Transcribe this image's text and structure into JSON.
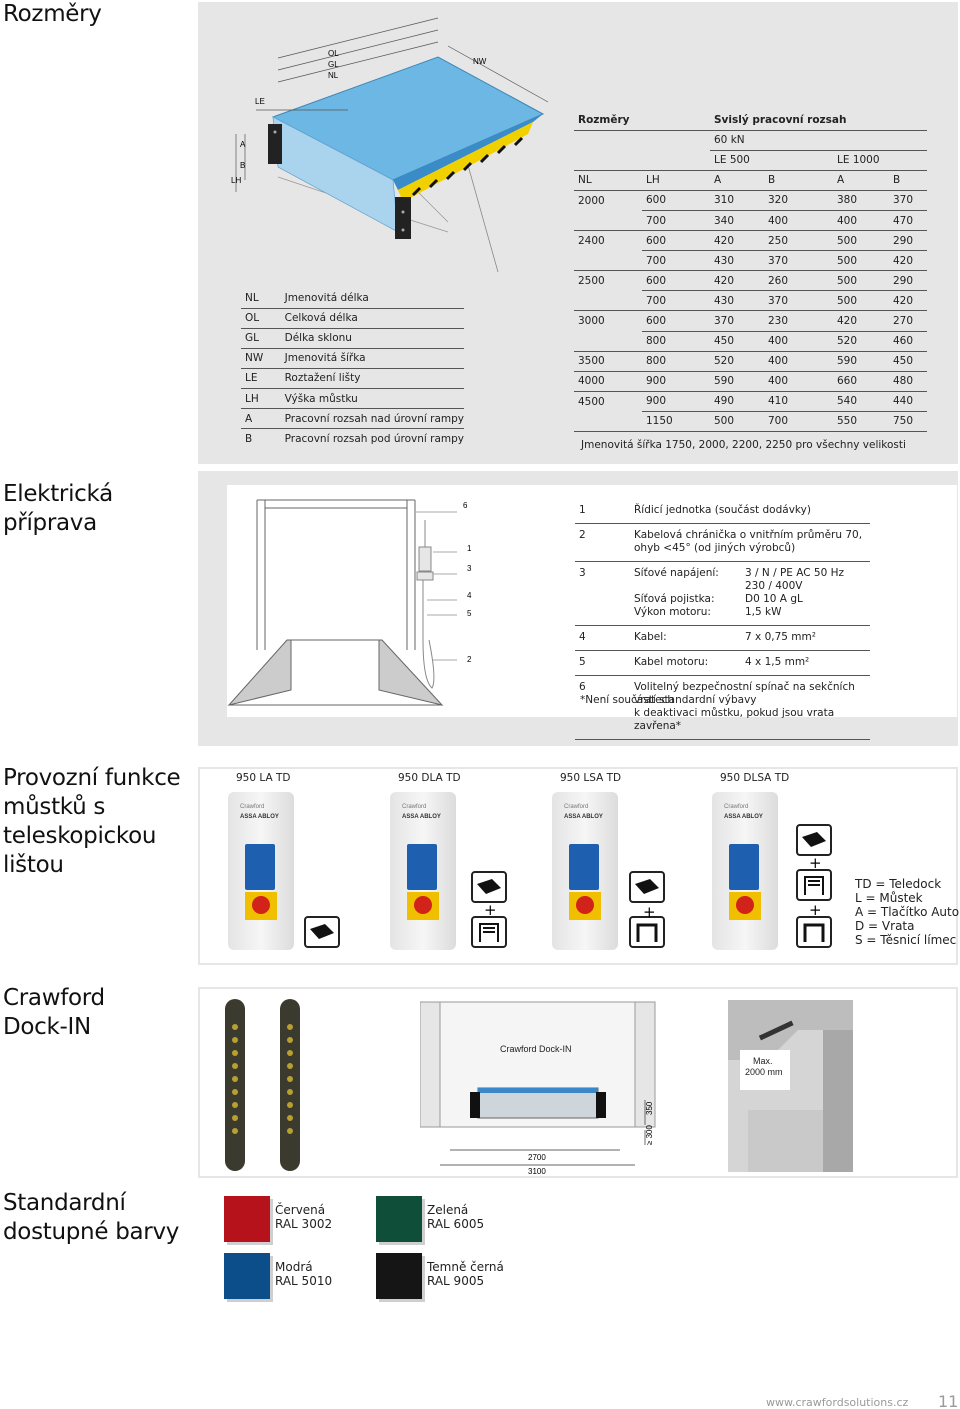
{
  "sections": {
    "dimensions": "Rozměry",
    "electrical": "Elektrická\npříprava",
    "functions": "Provozní funkce\nmůstků s\nteleskopickou\nlištou",
    "dockin": "Crawford\nDock-IN",
    "colors": "Standardní\ndostupné barvy"
  },
  "diagram_labels": {
    "ol": "OL",
    "gl": "GL",
    "nl": "NL",
    "nw": "NW",
    "le": "LE",
    "a": "A",
    "b": "B",
    "lh": "LH"
  },
  "legend": [
    {
      "code": "NL",
      "text": "Jmenovitá délka"
    },
    {
      "code": "OL",
      "text": "Celková délka"
    },
    {
      "code": "GL",
      "text": "Délka sklonu"
    },
    {
      "code": "NW",
      "text": "Jmenovitá šířka"
    },
    {
      "code": "LE",
      "text": "Roztažení lišty"
    },
    {
      "code": "LH",
      "text": "Výška můstku"
    },
    {
      "code": "A",
      "text": "Pracovní rozsah nad úrovní rampy"
    },
    {
      "code": "B",
      "text": "Pracovní rozsah pod úrovní rampy"
    }
  ],
  "dim_table": {
    "h1_left": "Rozměry",
    "h1_right": "Svislý pracovní rozsah",
    "h2": "60 kN",
    "h3_a": "LE 500",
    "h3_b": "LE 1000",
    "cols": [
      "NL",
      "LH",
      "A",
      "B",
      "A",
      "B"
    ],
    "rows": [
      [
        "2000",
        "600",
        "310",
        "320",
        "380",
        "370"
      ],
      [
        "",
        "700",
        "340",
        "400",
        "400",
        "470"
      ],
      [
        "2400",
        "600",
        "420",
        "250",
        "500",
        "290"
      ],
      [
        "",
        "700",
        "430",
        "370",
        "500",
        "420"
      ],
      [
        "2500",
        "600",
        "420",
        "260",
        "500",
        "290"
      ],
      [
        "",
        "700",
        "430",
        "370",
        "500",
        "420"
      ],
      [
        "3000",
        "600",
        "370",
        "230",
        "420",
        "270"
      ],
      [
        "",
        "800",
        "450",
        "400",
        "520",
        "460"
      ],
      [
        "3500",
        "800",
        "520",
        "400",
        "590",
        "450"
      ],
      [
        "4000",
        "900",
        "590",
        "400",
        "660",
        "480"
      ],
      [
        "4500",
        "900",
        "490",
        "410",
        "540",
        "440"
      ],
      [
        "",
        "1150",
        "500",
        "700",
        "550",
        "750"
      ]
    ],
    "note": "Jmenovitá šířka 1750, 2000, 2200, 2250 pro všechny velikosti"
  },
  "elec_callouts": [
    "6",
    "1",
    "3",
    "4",
    "5",
    "2"
  ],
  "elec_items": [
    {
      "num": "1",
      "text": "Řídicí jednotka (součást dodávky)",
      "value": ""
    },
    {
      "num": "2",
      "text": "Kabelová chránička o vnitřním průměru 70,\nohyb <45° (od jiných výrobců)",
      "value": ""
    },
    {
      "num": "3",
      "text": "Síťové napájení:\n\nSíťová pojistka:\nVýkon motoru:",
      "value": "3 / N / PE AC 50 Hz\n230 / 400V\nD0 10 A gL\n1,5 kW"
    },
    {
      "num": "4",
      "text": "Kabel:",
      "value": "7 x 0,75 mm²"
    },
    {
      "num": "5",
      "text": "Kabel motoru:",
      "value": "4 x 1,5 mm²"
    },
    {
      "num": "6",
      "text": "Volitelný bezpečnostní spínač na sekčních vratech\nk deaktivaci můstku, pokud jsou vrata zavřena*",
      "value": ""
    }
  ],
  "elec_note": "*Není součástí standardní výbavy",
  "control_units": [
    {
      "name": "950 LA TD",
      "brand": "Crawford",
      "brand2": "ASSA ABLOY"
    },
    {
      "name": "950 DLA TD",
      "brand": "Crawford",
      "brand2": "ASSA ABLOY"
    },
    {
      "name": "950 LSA TD",
      "brand": "Crawford",
      "brand2": "ASSA ABLOY"
    },
    {
      "name": "950 DLSA TD",
      "brand": "Crawford",
      "brand2": "ASSA ABLOY"
    }
  ],
  "plus_sign": "+",
  "abbreviations": [
    "TD = Teledock",
    "L = Můstek",
    "A = Tlačítko Auto",
    "D = Vrata",
    "S = Těsnicí límec"
  ],
  "dockin": {
    "label": "Crawford Dock-IN",
    "dim_2700": "2700",
    "dim_3100": "3100",
    "dim_350": "350",
    "dim_300": "≥ 300",
    "max_label": "Max.\n2000 mm"
  },
  "colors": [
    {
      "name": "Červená",
      "ral": "RAL 3002",
      "hex": "#b5121b"
    },
    {
      "name": "Zelená",
      "ral": "RAL 6005",
      "hex": "#0f4f3a"
    },
    {
      "name": "Modrá",
      "ral": "RAL 5010",
      "hex": "#0c4e8a"
    },
    {
      "name": "Temně černá",
      "ral": "RAL 9005",
      "hex": "#151515"
    }
  ],
  "footer": {
    "url": "www.crawfordsolutions.cz",
    "page": "11"
  }
}
